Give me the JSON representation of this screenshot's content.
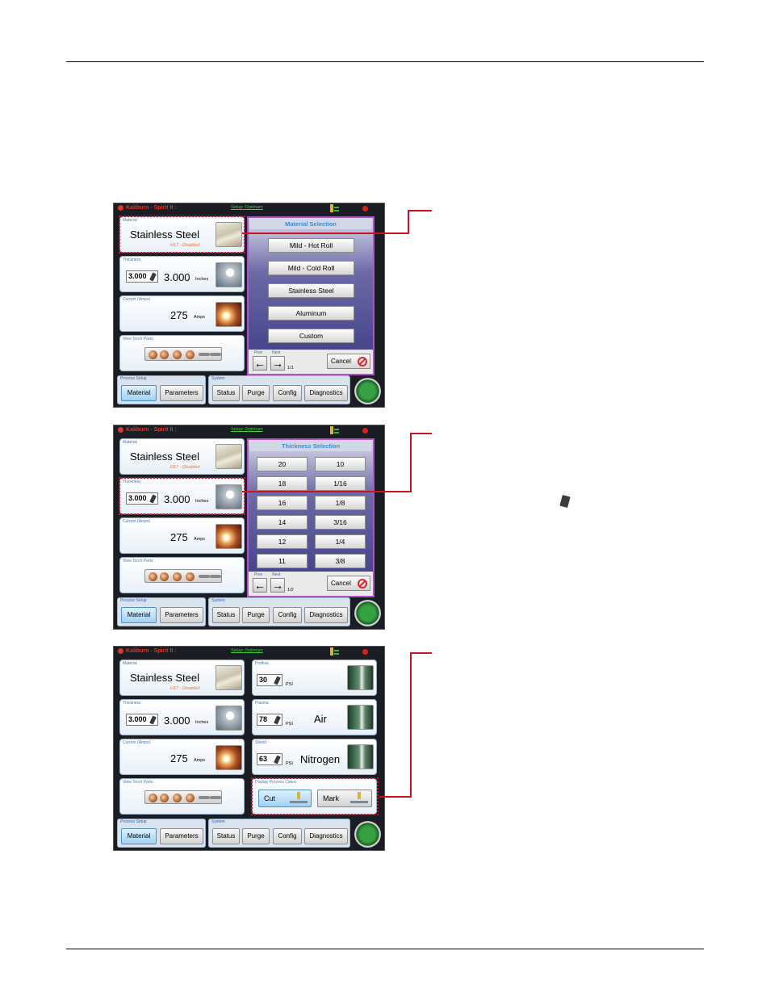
{
  "screens": [
    {
      "app_title": "Kaliburn - Spirit II :",
      "setup_link": "Setup: Optimum",
      "material": {
        "label": "Material",
        "value": "Stainless Steel",
        "sub": "H17 - Disabled"
      },
      "thickness": {
        "label": "Thickness",
        "box": "3.000",
        "value": "3.000",
        "unit": "Inches"
      },
      "current": {
        "label": "Current (Amps)",
        "value": "275",
        "unit": "Amps"
      },
      "torch": {
        "label": "View Torch Parts"
      },
      "process_setup": {
        "label": "Process Setup",
        "buttons": [
          "Material",
          "Parameters"
        ]
      },
      "system": {
        "label": "System",
        "buttons": [
          "Status",
          "Purge",
          "Config",
          "Diagnostics"
        ]
      },
      "overlay": {
        "title": "Material Selection",
        "options": [
          "Mild - Hot Roll",
          "Mild - Cold Roll",
          "Stainless Steel",
          "Aluminum",
          "Custom"
        ],
        "prev": "Prev",
        "next": "Next",
        "page": "1/1",
        "cancel": "Cancel"
      }
    },
    {
      "app_title": "Kaliburn - Spirit II :",
      "setup_link": "Setup: Optimum",
      "material": {
        "label": "Material",
        "value": "Stainless Steel",
        "sub": "H17 - Disabled"
      },
      "thickness": {
        "label": "Thickness",
        "box": "3.000",
        "value": "3.000",
        "unit": "Inches"
      },
      "current": {
        "label": "Current (Amps)",
        "value": "275",
        "unit": "Amps"
      },
      "torch": {
        "label": "View Torch Parts"
      },
      "process_setup": {
        "label": "Process Setup",
        "buttons": [
          "Material",
          "Parameters"
        ]
      },
      "system": {
        "label": "System",
        "buttons": [
          "Status",
          "Purge",
          "Config",
          "Diagnostics"
        ]
      },
      "overlay": {
        "title": "Thickness Selection",
        "options_left": [
          "20",
          "18",
          "16",
          "14",
          "12",
          "11"
        ],
        "options_right": [
          "10",
          "1/16",
          "1/8",
          "3/16",
          "1/4",
          "3/8"
        ],
        "prev": "Prev",
        "next": "Next",
        "page": "1/2",
        "cancel": "Cancel"
      }
    },
    {
      "app_title": "Kaliburn - Spirit II :",
      "setup_link": "Setup: Optimum",
      "material": {
        "label": "Material",
        "value": "Stainless Steel",
        "sub": "H17 - Disabled"
      },
      "thickness": {
        "label": "Thickness",
        "box": "3.000",
        "value": "3.000",
        "unit": "Inches"
      },
      "current": {
        "label": "Current (Amps)",
        "value": "275",
        "unit": "Amps"
      },
      "torch": {
        "label": "View Torch Parts"
      },
      "preflow": {
        "label": "Preflow",
        "box": "30",
        "unit": "PSI"
      },
      "plasma": {
        "label": "Plasma",
        "box": "78",
        "unit": "PSI",
        "gas": "Air"
      },
      "shield": {
        "label": "Shield",
        "box": "63",
        "unit": "PSI",
        "gas": "Nitrogen"
      },
      "display_cases": {
        "label": "Display Process Cases",
        "cut": "Cut",
        "mark": "Mark"
      },
      "process_setup": {
        "label": "Process Setup",
        "buttons": [
          "Material",
          "Parameters"
        ]
      },
      "system": {
        "label": "System",
        "buttons": [
          "Status",
          "Purge",
          "Config",
          "Diagnostics"
        ]
      }
    }
  ],
  "colors": {
    "highlight": "#d2141e",
    "overlay_border": "#b451c8",
    "active_button": "#9fd1f2"
  }
}
